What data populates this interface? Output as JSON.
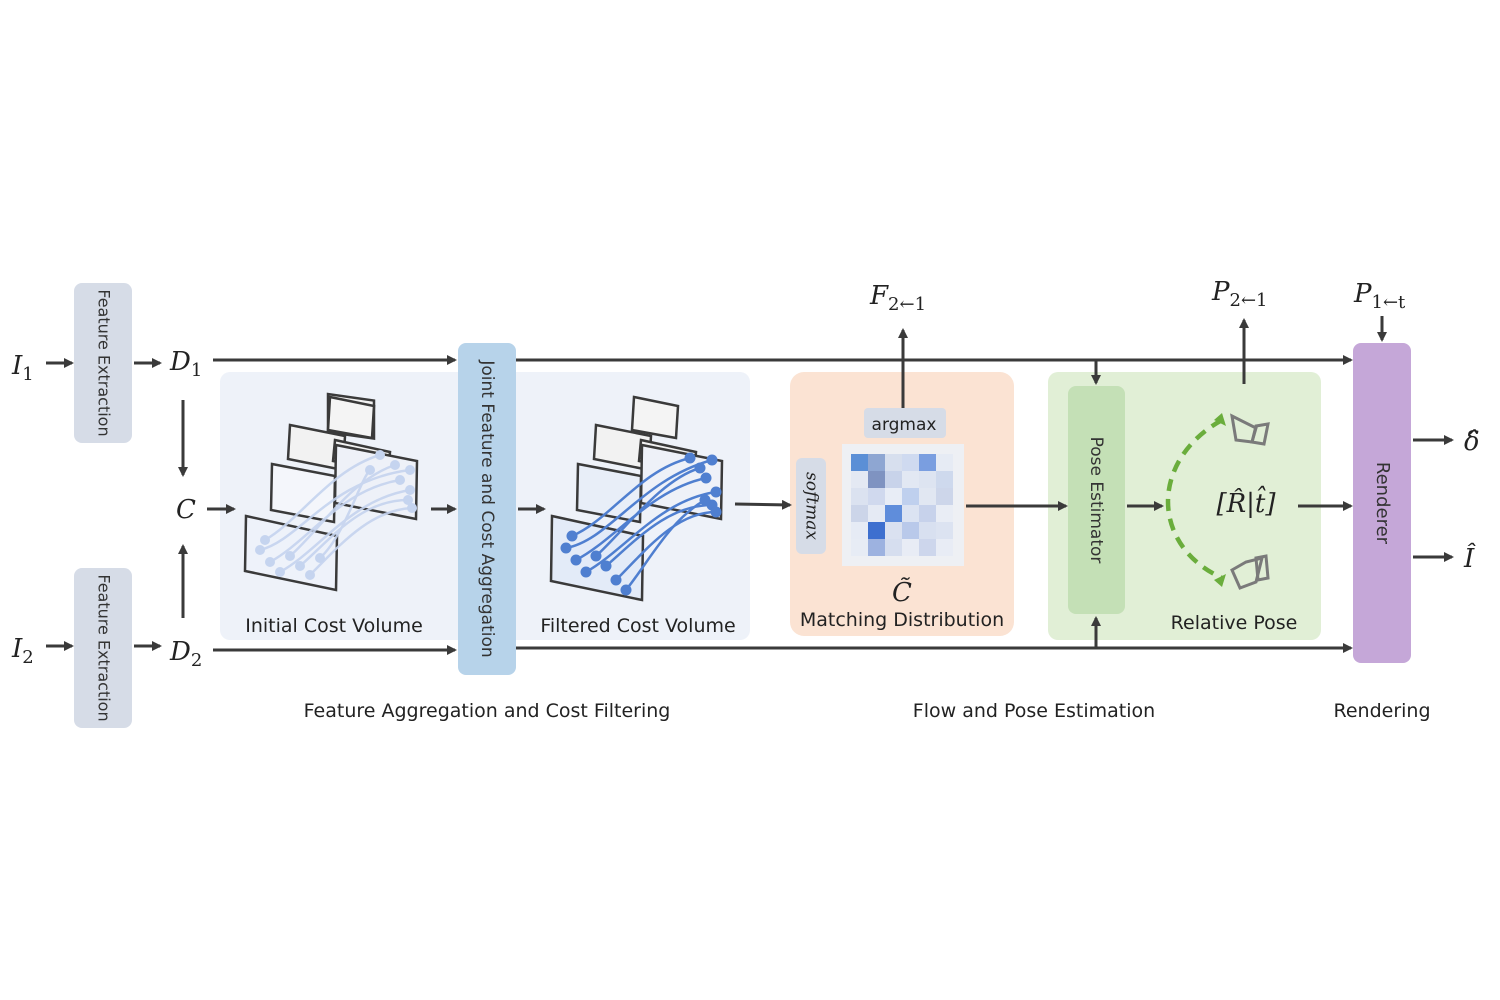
{
  "colors": {
    "arrow": "#3a3a3a",
    "feature_box": "#d6dce7",
    "joint_box": "#b7d3ea",
    "cost_panel": "#eef2f9",
    "matching_panel": "#fbe3d3",
    "pose_panel": "#e1efd6",
    "pose_box": "#c4e0b6",
    "renderer_box": "#c5a7d8",
    "dashed_arrow": "#6aad3c",
    "light_blue": "#b4c9ec",
    "mid_blue": "#4f7fd0"
  },
  "inputs": {
    "i1": {
      "base": "I",
      "sub": "1"
    },
    "i2": {
      "base": "I",
      "sub": "2"
    },
    "d1": {
      "base": "D",
      "sub": "1"
    },
    "d2": {
      "base": "D",
      "sub": "2"
    },
    "c": "C"
  },
  "feature_extraction": {
    "top_label": "Feature Extraction",
    "bottom_label": "Feature Extraction"
  },
  "joint_block": {
    "label": "Joint Feature and Cost Aggregation"
  },
  "cost_volumes": {
    "initial_label": "Initial Cost Volume",
    "filtered_label": "Filtered Cost Volume"
  },
  "matching": {
    "softmax_label": "softmax",
    "argmax_label": "argmax",
    "c_tilde": "C̃",
    "label": "Matching Distribution",
    "flow_output": {
      "base": "F",
      "sub": "2←1"
    },
    "heatmap_icon": "heatmap-icon"
  },
  "pose": {
    "estimator_label": "Pose Estimator",
    "rt_label": "[R̂|t̂]",
    "label": "Relative Pose",
    "pose_output": {
      "base": "P",
      "sub": "2←1"
    },
    "camera_icon": "camera-icon"
  },
  "rendering": {
    "renderer_label": "Renderer",
    "pose_input": {
      "base": "P",
      "sub": "1←t"
    },
    "delta_output": "δ̂",
    "image_output": "Î"
  },
  "section_labels": {
    "feature_aggregation": "Feature Aggregation and Cost Filtering",
    "flow_pose": "Flow and Pose Estimation",
    "rendering": "Rendering"
  }
}
